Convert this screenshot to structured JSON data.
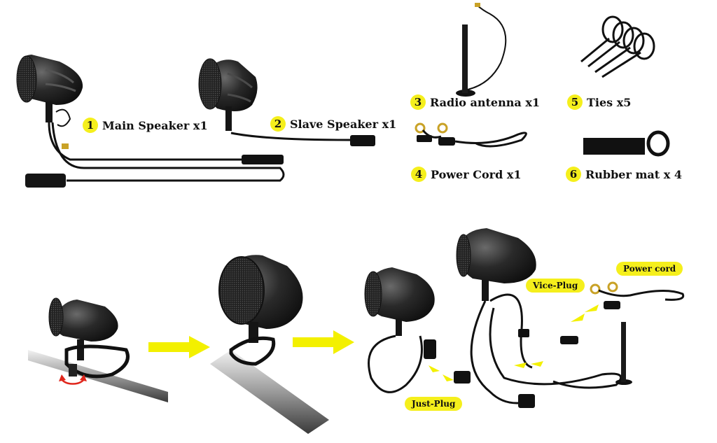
{
  "items": [
    {
      "num": "1",
      "label": "Main Speaker x1"
    },
    {
      "num": "2",
      "label": "Slave Speaker x1"
    },
    {
      "num": "3",
      "label": "Radio antenna x1"
    },
    {
      "num": "4",
      "label": "Power Cord x1"
    },
    {
      "num": "5",
      "label": "Ties x5"
    },
    {
      "num": "6",
      "label": "Rubber mat x 4"
    }
  ],
  "callouts": {
    "vice_plug": "Vice-Plug",
    "power_cord": "Power cord",
    "just_plug": "Just-Plug"
  },
  "colors": {
    "accent": "#f5ef1c",
    "product": "#1c1c1c",
    "arrow": "#f3f000",
    "rotate_arrow": "#e0261c"
  }
}
